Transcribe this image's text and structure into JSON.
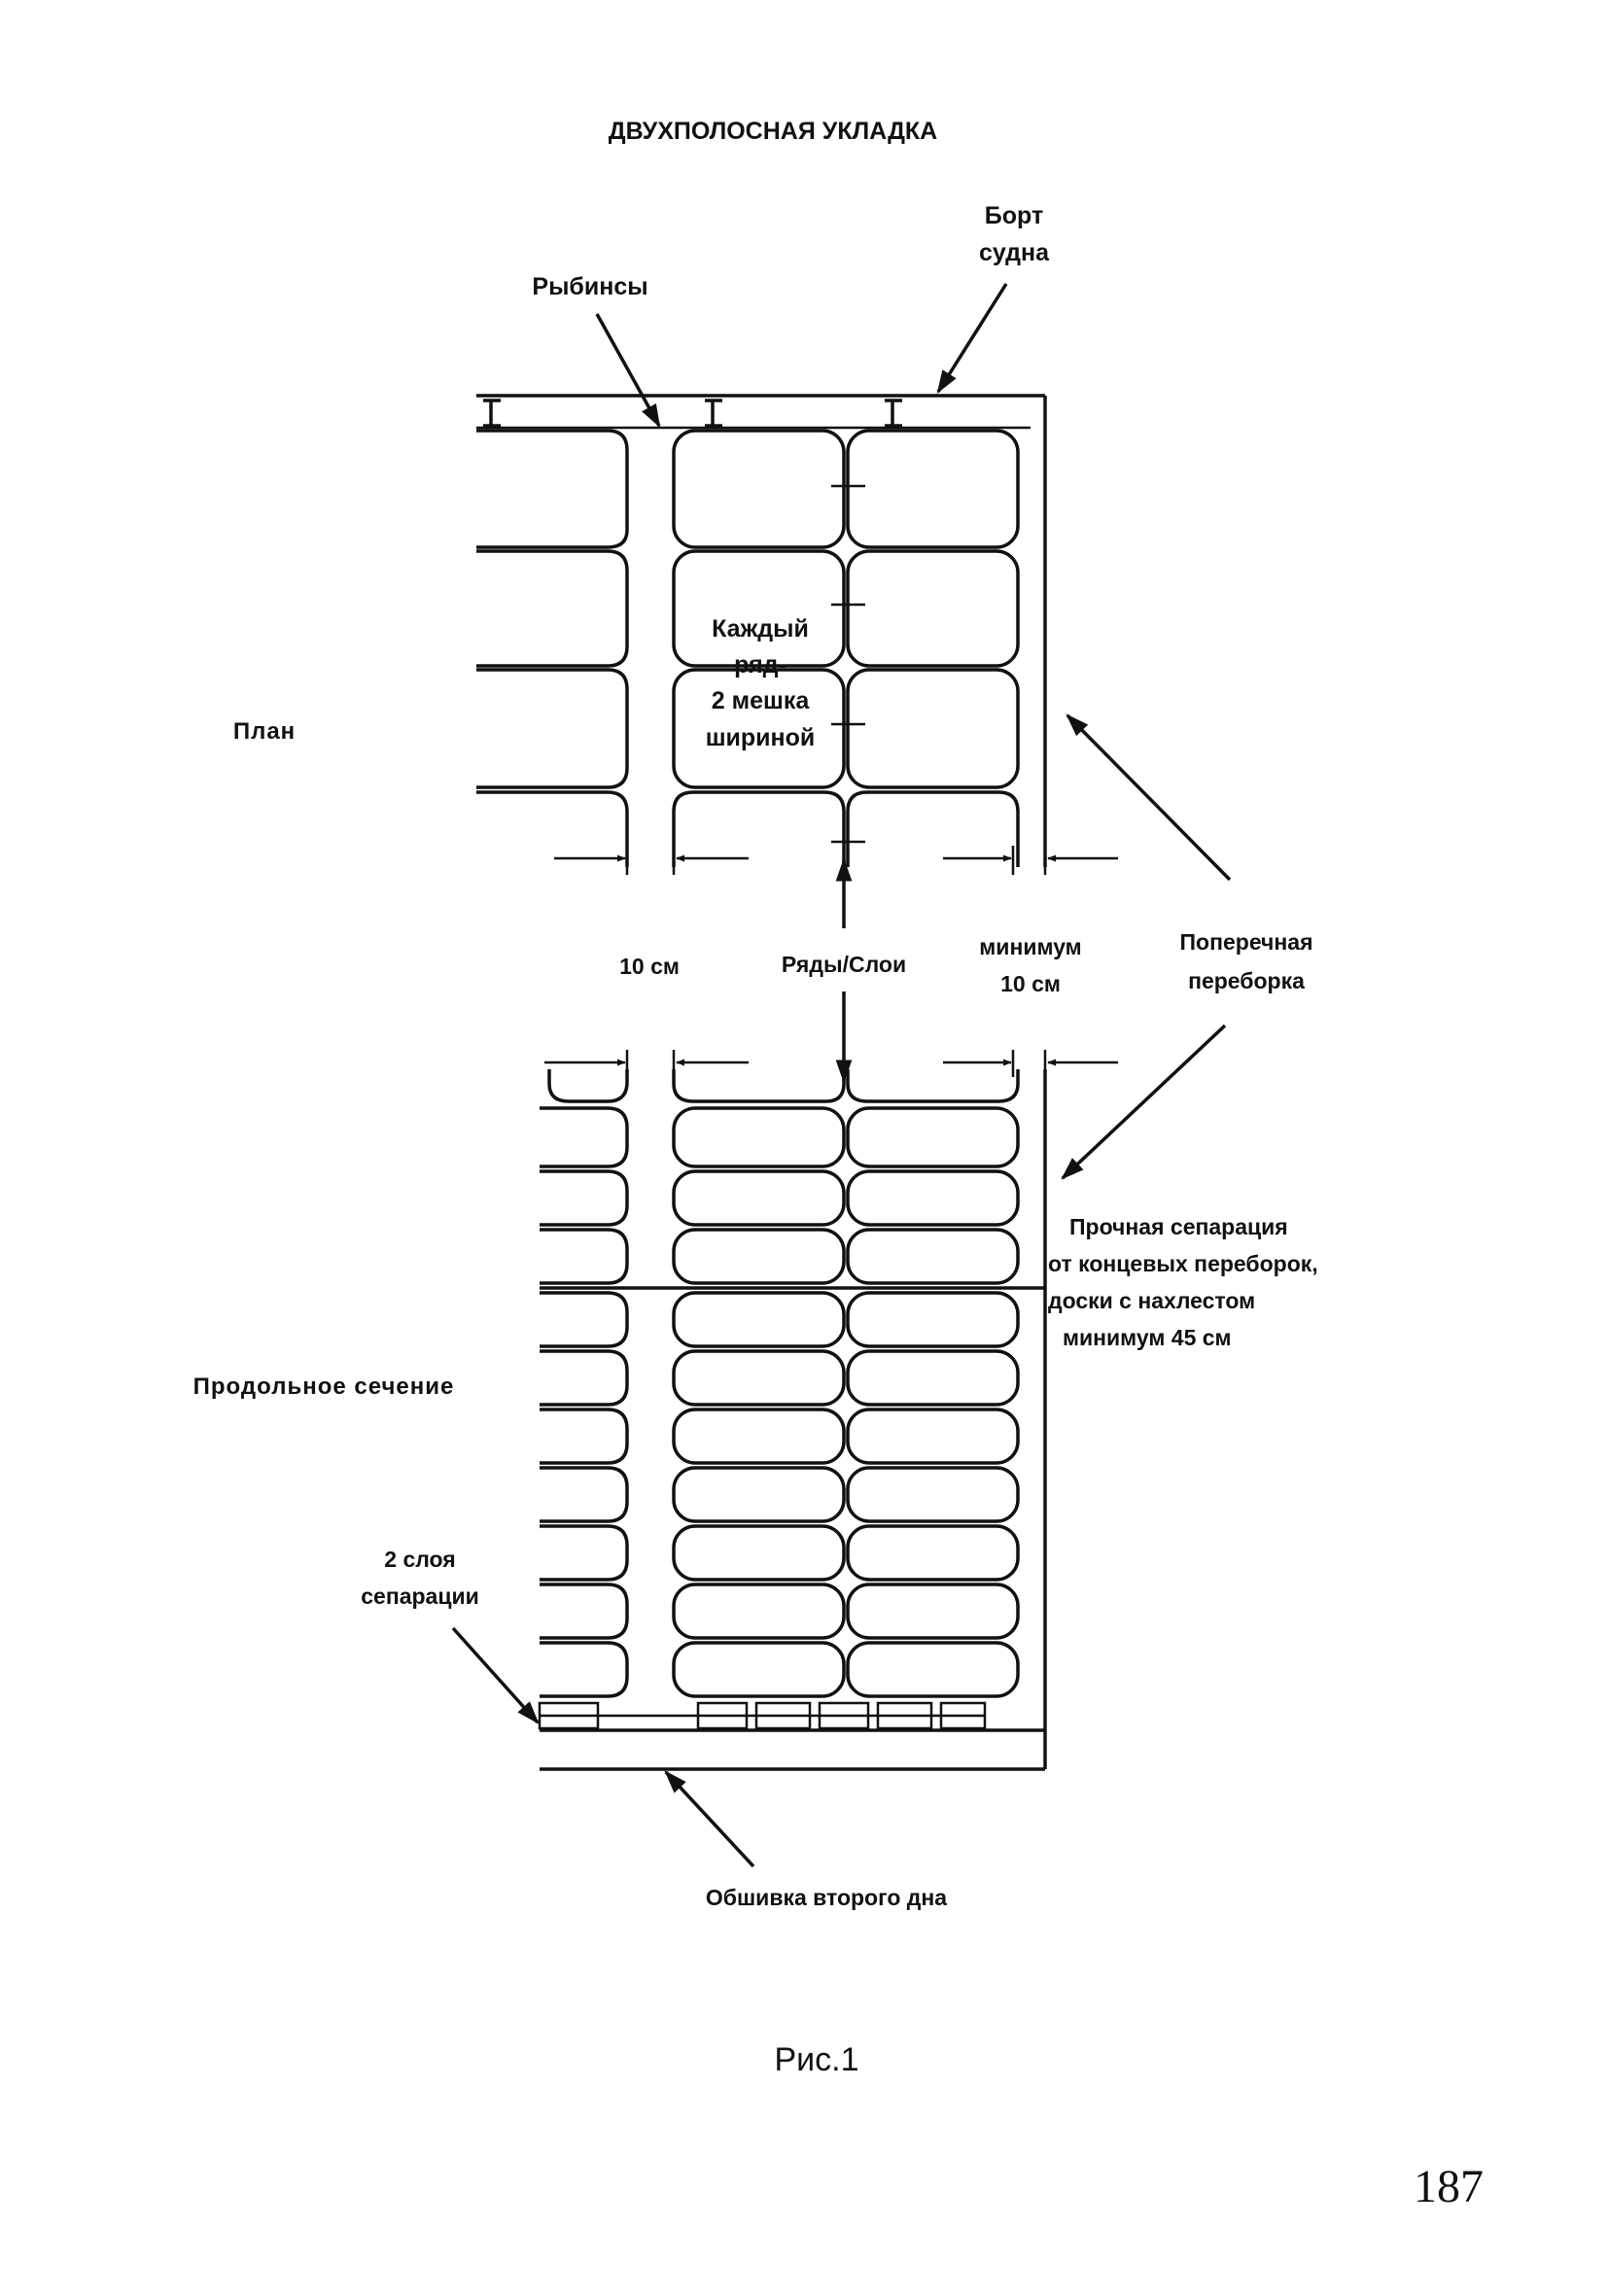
{
  "title": "ДВУХПОЛОСНАЯ УКЛАДКА",
  "labels": {
    "bort_line1": "Борт",
    "bort_line2": "судна",
    "rybinsy": "Рыбинсы",
    "plan": "План",
    "each_row_line1": "Каждый",
    "each_row_line2": "ряд-",
    "each_row_line3": "2 мешка",
    "each_row_line4": "шириной",
    "gap_10cm": "10 см",
    "rows_layers": "Ряды/Слои",
    "minimum_line1": "минимум",
    "minimum_line2": "10 см",
    "transverse_line1": "Поперечная",
    "transverse_line2": "переборка",
    "separation_line1": "Прочная сепарация",
    "separation_line2": "от концевых переборок,",
    "separation_line3": "доски с нахлестом",
    "separation_line4": "минимум 45 см",
    "longitudinal_section": "Продольное сечение",
    "two_layers_line1": "2 слоя",
    "two_layers_line2": "сепарации",
    "inner_bottom": "Обшивка второго дна"
  },
  "caption": "Рис.1",
  "page_number": "187"
}
